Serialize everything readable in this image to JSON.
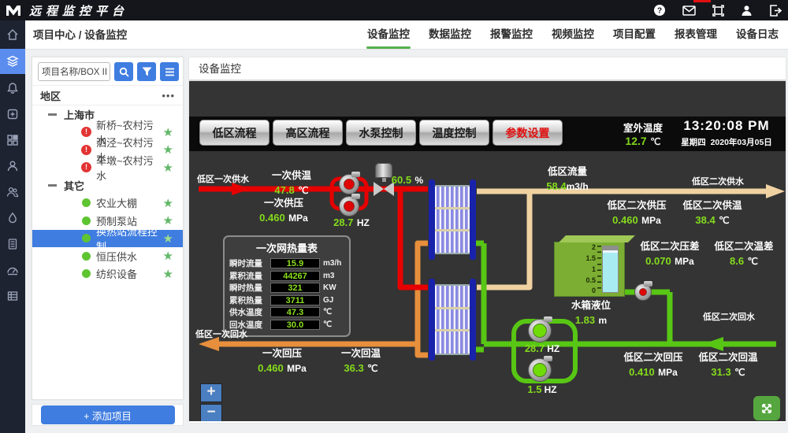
{
  "topbar": {
    "title": "远程监控平台"
  },
  "breadcrumb": "项目中心 / 设备监控",
  "tabs": [
    "设备监控",
    "数据监控",
    "报警监控",
    "视频监控",
    "项目配置",
    "报表管理",
    "设备日志"
  ],
  "active_tab": "设备监控",
  "rail_icons": [
    "home",
    "layers",
    "bell",
    "add-window",
    "dashboard",
    "user",
    "users",
    "drop",
    "document",
    "gauge",
    "table"
  ],
  "sidebar": {
    "search_value": "项目名称/BOX II",
    "region_header": "地区",
    "more": "•••",
    "tree": [
      {
        "type": "group",
        "label": "上海市"
      },
      {
        "type": "alarm",
        "label": "新桥~农村污水"
      },
      {
        "type": "alarm",
        "label": "泗泾~农村污水"
      },
      {
        "type": "alarm",
        "label": "车墩~农村污水"
      },
      {
        "type": "group",
        "label": "其它"
      },
      {
        "type": "ok",
        "label": "农业大棚"
      },
      {
        "type": "ok",
        "label": "预制泵站"
      },
      {
        "type": "ok",
        "label": "换热站流程控制",
        "selected": true
      },
      {
        "type": "ok",
        "label": "恒压供水"
      },
      {
        "type": "ok",
        "label": "纺织设备"
      }
    ],
    "alarm_glyph": "!",
    "star_glyph": "★",
    "add_button": "+ 添加项目"
  },
  "panel": {
    "title": "设备监控"
  },
  "toolbar": {
    "buttons": [
      "低区流程",
      "高区流程",
      "水泵控制",
      "温度控制",
      "参数设置"
    ]
  },
  "status": {
    "outdoor_label": "室外温度",
    "outdoor_value": "12.7",
    "outdoor_unit": "℃",
    "time": "13:20:08 PM",
    "weekday": "星期四",
    "date": "2020年03月05日"
  },
  "diagram": {
    "pipes": {
      "supply1": "低区一次供水",
      "supply2": "低区二次供水",
      "return1": "低区一次回水",
      "return2": "低区二次回水"
    },
    "labels": {
      "supply_temp": {
        "label": "一次供温",
        "value": "47.8",
        "unit": "℃"
      },
      "supply_pres": {
        "label": "一次供压",
        "value": "0.460",
        "unit": "MPa"
      },
      "pump1": {
        "value": "28.7",
        "unit": "HZ"
      },
      "valve": {
        "value": "60.5",
        "unit": "%"
      },
      "flow": {
        "label": "低区流量",
        "value": "58.4",
        "unit": "m3/h"
      },
      "sec_supply_pres": {
        "label": "低区二次供压",
        "value": "0.460",
        "unit": "MPa"
      },
      "sec_supply_temp": {
        "label": "低区二次供温",
        "value": "38.4",
        "unit": "℃"
      },
      "sec_diff_pres": {
        "label": "低区二次压差",
        "value": "0.070",
        "unit": "MPa"
      },
      "sec_diff_temp": {
        "label": "低区二次温差",
        "value": "8.6",
        "unit": "℃"
      },
      "tank_level": {
        "label": "水箱液位",
        "value": "1.83",
        "unit": "m"
      },
      "return_pres": {
        "label": "一次回压",
        "value": "0.460",
        "unit": "MPa"
      },
      "return_temp": {
        "label": "一次回温",
        "value": "36.3",
        "unit": "℃"
      },
      "sec_return_pres": {
        "label": "低区二次回压",
        "value": "0.410",
        "unit": "MPa"
      },
      "sec_return_temp": {
        "label": "低区二次回温",
        "value": "31.3",
        "unit": "℃"
      },
      "pump2": {
        "value": "28.7",
        "unit": "HZ"
      },
      "pump3": {
        "value": "1.5",
        "unit": "HZ"
      }
    },
    "meter": {
      "title": "一次网热量表",
      "rows": [
        {
          "label": "瞬时流量",
          "value": "15.9",
          "unit": "m3/h"
        },
        {
          "label": "累积流量",
          "value": "44267",
          "unit": "m3"
        },
        {
          "label": "瞬时热量",
          "value": "321",
          "unit": "KW"
        },
        {
          "label": "累积热量",
          "value": "3711",
          "unit": "GJ"
        },
        {
          "label": "供水温度",
          "value": "47.3",
          "unit": "℃"
        },
        {
          "label": "回水温度",
          "value": "30.0",
          "unit": "℃"
        }
      ]
    },
    "tank_scale": [
      "2",
      "1.5",
      "1",
      "0.5",
      "0"
    ],
    "zoom_in": "+",
    "zoom_out": "−"
  },
  "colors": {
    "accent_blue": "#3f7de0",
    "tab_green": "#55b14e",
    "value_green": "#84db1c",
    "alarm_red": "#e23434",
    "pipe_red": "#e60000",
    "pipe_orange": "#e78f3c",
    "pipe_tan": "#f0d2a2",
    "pipe_green": "#58c614"
  }
}
